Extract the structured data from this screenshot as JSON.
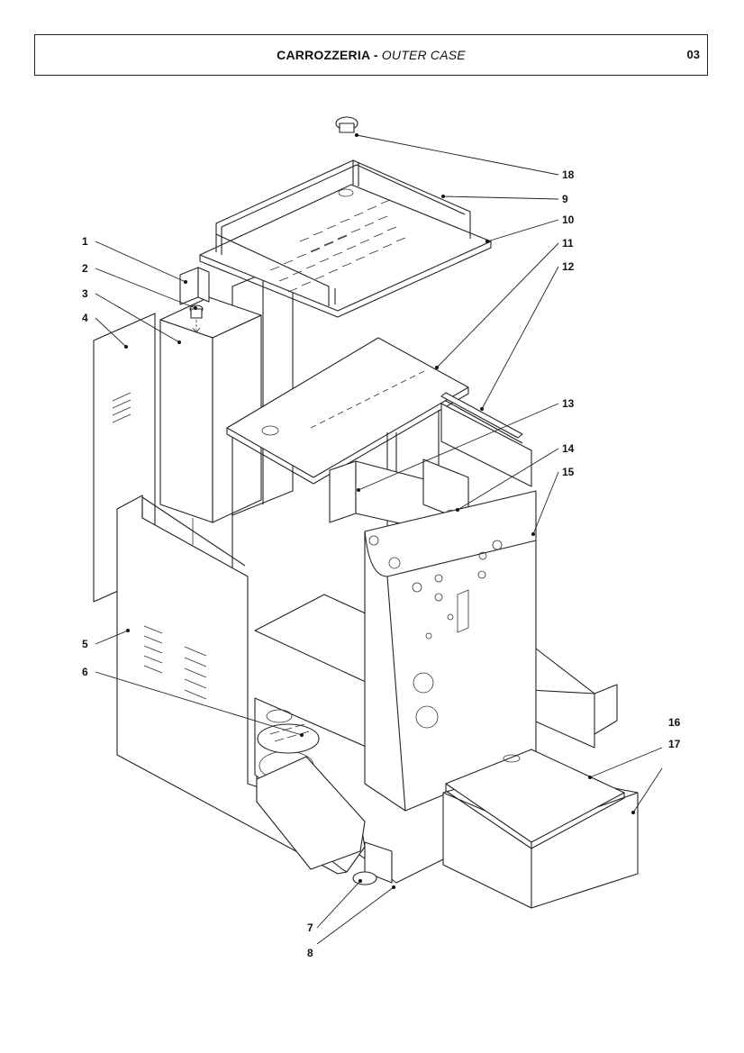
{
  "header": {
    "title_it": "CARROZZERIA",
    "separator": " - ",
    "title_en": "OUTER CASE",
    "page_number": "03"
  },
  "callouts": [
    "1",
    "2",
    "3",
    "4",
    "5",
    "6",
    "7",
    "8",
    "9",
    "10",
    "11",
    "12",
    "13",
    "14",
    "15",
    "16",
    "17",
    "18"
  ]
}
